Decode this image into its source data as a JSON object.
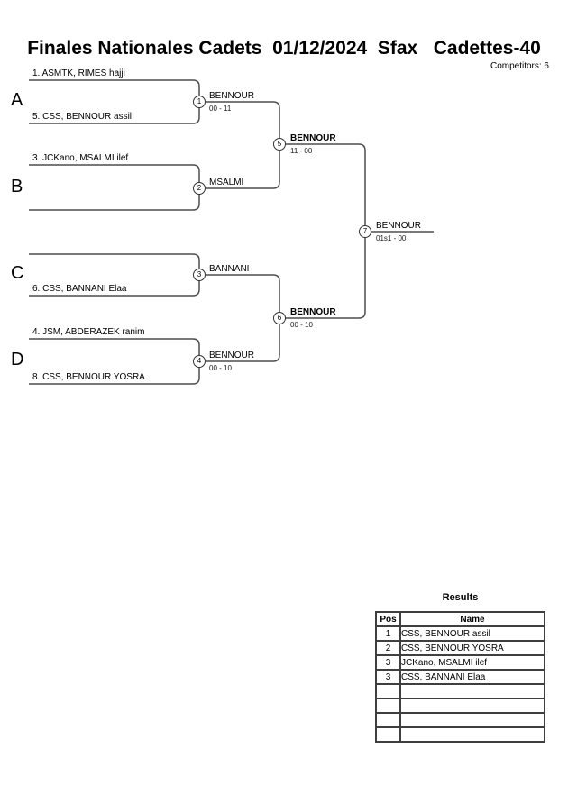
{
  "header": {
    "title": "Finales Nationales Cadets  01/12/2024  Sfax   Cadettes-40",
    "competitors": "Competitors: 6"
  },
  "bracket": {
    "sections": [
      {
        "letter": "A",
        "top_seed": "1. ASMTK, RIMES hajji",
        "bottom_seed": "5. CSS, BENNOUR assil"
      },
      {
        "letter": "B",
        "top_seed": "3. JCKano, MSALMI ilef",
        "bottom_seed": ""
      },
      {
        "letter": "C",
        "top_seed": "",
        "bottom_seed": "6. CSS, BANNANI Elaa"
      },
      {
        "letter": "D",
        "top_seed": "4. JSM, ABDERAZEK ranim",
        "bottom_seed": "8. CSS, BENNOUR YOSRA"
      }
    ],
    "matches": [
      {
        "number": "1",
        "winner": "BENNOUR",
        "score": "00 - 11"
      },
      {
        "number": "2",
        "winner": "MSALMI",
        "score": ""
      },
      {
        "number": "3",
        "winner": "BANNANI",
        "score": ""
      },
      {
        "number": "4",
        "winner": "BENNOUR",
        "score": "00 - 10"
      },
      {
        "number": "5",
        "winner": "BENNOUR",
        "score": "11 - 00"
      },
      {
        "number": "6",
        "winner": "BENNOUR",
        "score": "00 - 10"
      },
      {
        "number": "7",
        "winner": "BENNOUR",
        "score": "01s1 - 00"
      }
    ]
  },
  "results": {
    "title": "Results",
    "columns": [
      "Pos",
      "Name"
    ],
    "rows": [
      {
        "pos": "1",
        "name": "CSS, BENNOUR assil"
      },
      {
        "pos": "2",
        "name": "CSS, BENNOUR YOSRA"
      },
      {
        "pos": "3",
        "name": "JCKano, MSALMI ilef"
      },
      {
        "pos": "3",
        "name": "CSS, BANNANI Elaa"
      },
      {
        "pos": "",
        "name": ""
      },
      {
        "pos": "",
        "name": ""
      },
      {
        "pos": "",
        "name": ""
      },
      {
        "pos": "",
        "name": ""
      }
    ]
  },
  "colors": {
    "line": "#4d4d4d",
    "text": "#000000",
    "background": "#ffffff"
  }
}
